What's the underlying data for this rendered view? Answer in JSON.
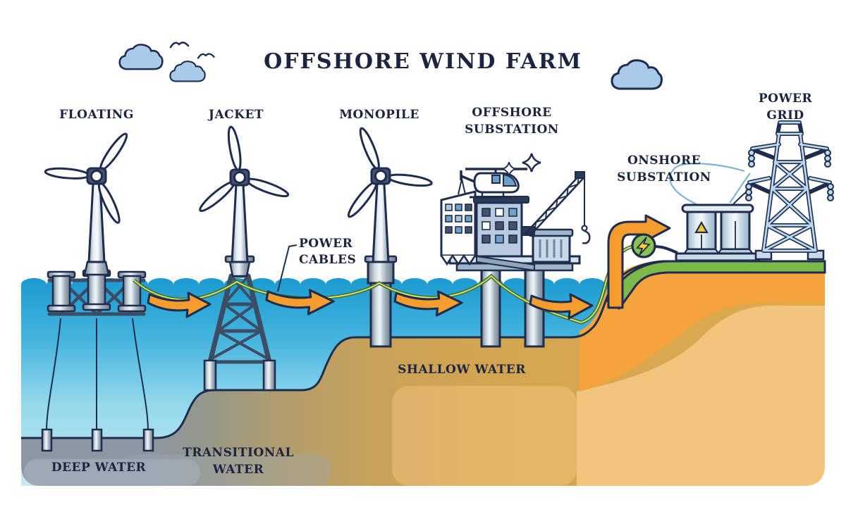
{
  "title": "OFFSHORE WIND FARM",
  "labels": {
    "floating": "FLOATING",
    "jacket": "JACKET",
    "monopile": "MONOPILE",
    "offshore_substation_l1": "OFFSHORE",
    "offshore_substation_l2": "SUBSTATION",
    "onshore_substation_l1": "ONSHORE",
    "onshore_substation_l2": "SUBSTATION",
    "power_grid_l1": "POWER",
    "power_grid_l2": "GRID",
    "power_cables_l1": "POWER",
    "power_cables_l2": "CABLES",
    "deep_water": "DEEP WATER",
    "transitional_water_l1": "TRANSITIONAL",
    "transitional_water_l2": "WATER",
    "shallow_water": "SHALLOW WATER"
  },
  "colors": {
    "ink": "#1E2D4F",
    "text": "#1B2440",
    "water_surface": "#1B9BD0",
    "water_deep": "#C6EAF4",
    "seabed_deep": "#8D96A3",
    "seabed_shallow": "#D3A550",
    "soil_orange": "#F5A33C",
    "sand_light": "#F6CA85",
    "grass": "#7CB84A",
    "arrow": "#F49D2E",
    "cable_outer": "#45702A",
    "cable_inner": "#DCE77A",
    "cloud": "#A9CBE9",
    "pylon": "#BCD8EC",
    "energy_green": "#8CC152",
    "bolt_yellow": "#FFD02E",
    "window_blue": "#6FA0C8",
    "building_blue": "#B9CCDF"
  }
}
